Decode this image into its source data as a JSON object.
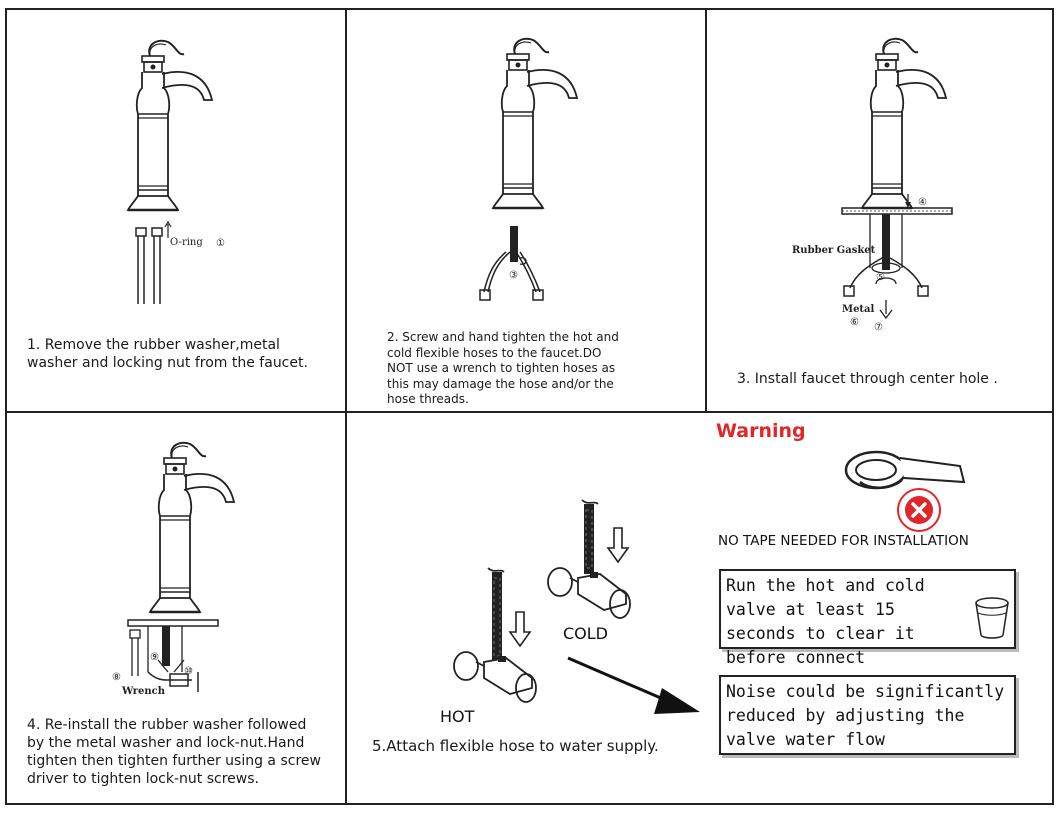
{
  "steps": {
    "s1": "1. Remove the rubber washer,metal washer and locking nut from the faucet.",
    "s2": "2. Screw and hand tighten the hot and cold flexible hoses to the faucet.DO NOT use a wrench to tighten hoses as this may damage the hose and/or the hose threads.",
    "s3": "3. Install faucet through center hole .",
    "s4": "4. Re-install the rubber washer followed by the metal washer and lock-nut.Hand tighten then tighten further using a screw driver to tighten lock-nut screws.",
    "s5": "5.Attach flexible hose to water supply."
  },
  "callouts": {
    "oring": "O-ring",
    "n1": "①",
    "n3": "③",
    "n4": "④",
    "rubber_gasket": "Rubber Gasket",
    "n5": "⑤",
    "metal": "Metal",
    "n6": "⑥",
    "n7": "⑦",
    "n8": "⑧",
    "n9": "⑨",
    "n10": "⑩",
    "wrench": "Wrench"
  },
  "supply": {
    "cold": "COLD",
    "hot": "HOT"
  },
  "warning": {
    "title": "Warning",
    "no_tape": "NO TAPE NEEDED FOR INSTALLATION",
    "run_valve": "Run the hot and cold valve at least 15 seconds to clear it before connect",
    "noise": "Noise could be significantly reduced by adjusting the valve water flow"
  },
  "colors": {
    "warning_red": "#e0262a",
    "line": "#222222"
  },
  "icons": [
    "faucet-icon",
    "hose-icon",
    "valve-icon",
    "tape-icon",
    "no-symbol-icon",
    "cup-icon",
    "arrow-icon"
  ]
}
